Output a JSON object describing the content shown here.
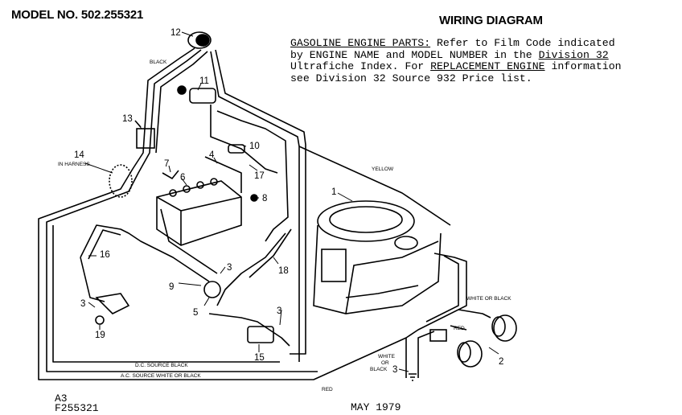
{
  "header": {
    "model": "MODEL NO. 502.255321",
    "title": "WIRING DIAGRAM"
  },
  "note": {
    "line1_lead": "GASOLINE ENGINE PARTS:",
    "line1_rest": " Refer to Film Code indicated",
    "line2_lead": "by ENGINE NAME and MODEL NUMBER in the ",
    "line2_link": "Division 32",
    "line3_lead": "Ultrafiche Index.  For ",
    "line3_link": "REPLACEMENT ENGINE",
    "line3_rest": " information",
    "line4": "see Division 32 Source 932 Price list."
  },
  "footer": {
    "code1": "A3",
    "code2": "F255321",
    "date": "MAY 1979"
  },
  "callouts": [
    "12",
    "11",
    "13",
    "10",
    "14",
    "4",
    "7",
    "6",
    "17",
    "8",
    "1",
    "16",
    "18",
    "3",
    "9",
    "5",
    "3",
    "19",
    "3",
    "15",
    "2",
    "3"
  ],
  "wire_labels": {
    "black_top": "BLACK",
    "in_harness": "IN HARNESS",
    "yellow": "YELLOW",
    "white_or_black": "WHITE OR BLACK",
    "red_right": "RED",
    "white_or_black_stack": [
      "WHITE",
      "OR",
      "BLACK"
    ],
    "dc_source": "D.C. SOURCE    BLACK",
    "ac_source": "A.C. SOURCE   WHITE OR BLACK",
    "red_bottom": "RED"
  }
}
